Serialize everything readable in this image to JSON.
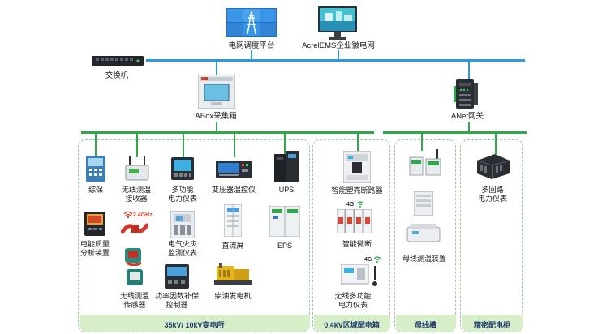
{
  "top": {
    "grid_dispatch": "电网调度平台",
    "ems_platform": "AcrelEMS企业微电网"
  },
  "network": {
    "switch": "交换机",
    "abox": "ABox采集箱",
    "anet": "ANet网关"
  },
  "zones": {
    "substation": "35kV/ 10kV变电所",
    "distribution_box": "0.4kV区域配电箱",
    "busway": "母线槽",
    "precision_cabinet": "精密配电柜"
  },
  "devices": {
    "relay": "综保",
    "wireless_temp_receiver": "无线测温\n接收器",
    "multi_meter": "多功能\n电力仪表",
    "transformer_temp": "变压器温控仪",
    "ups": "UPS",
    "pq_analyzer": "电能质量\n分析装置",
    "fire_monitor": "电气火灾\n监测仪表",
    "dc_panel": "直流屏",
    "eps": "EPS",
    "wireless_temp_sensor": "无线测温\n传感器",
    "pf_controller": "功率因数补偿\n控制器",
    "diesel_gen": "柴油发电机",
    "smart_breaker": "智能塑壳断路器",
    "smart_mcb": "智能微断",
    "wireless_meter": "无线多功能\n电力仪表",
    "busway_temp": "母线测温装置",
    "multi_circuit_meter": "多回路\n电力仪表"
  },
  "badges": {
    "freq": "2.4GHz",
    "net4g_a": "4G",
    "net4g_b": "4G"
  },
  "colors": {
    "backbone_blue": "#2a9be0",
    "bus_green": "#2fa84a",
    "zone_border": "#9cc9a3",
    "zone_footer": "#d6efc8"
  }
}
